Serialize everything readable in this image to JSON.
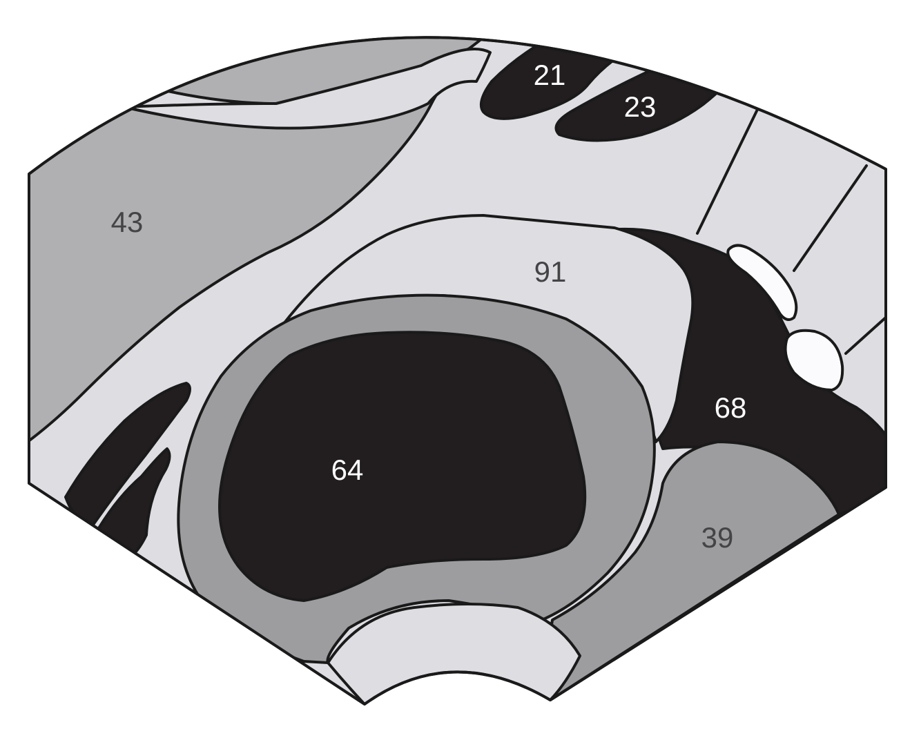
{
  "labels": {
    "l21": "21",
    "l23": "23",
    "l43": "43",
    "l91": "91",
    "l68": "68",
    "l64": "64",
    "l39": "39"
  },
  "colors": {
    "background_fan": "#dedde2",
    "mid_gray": "#b0afb2",
    "darker_gray": "#9d9c9f",
    "black": "#221e1f",
    "white": "#fbfbfd"
  }
}
